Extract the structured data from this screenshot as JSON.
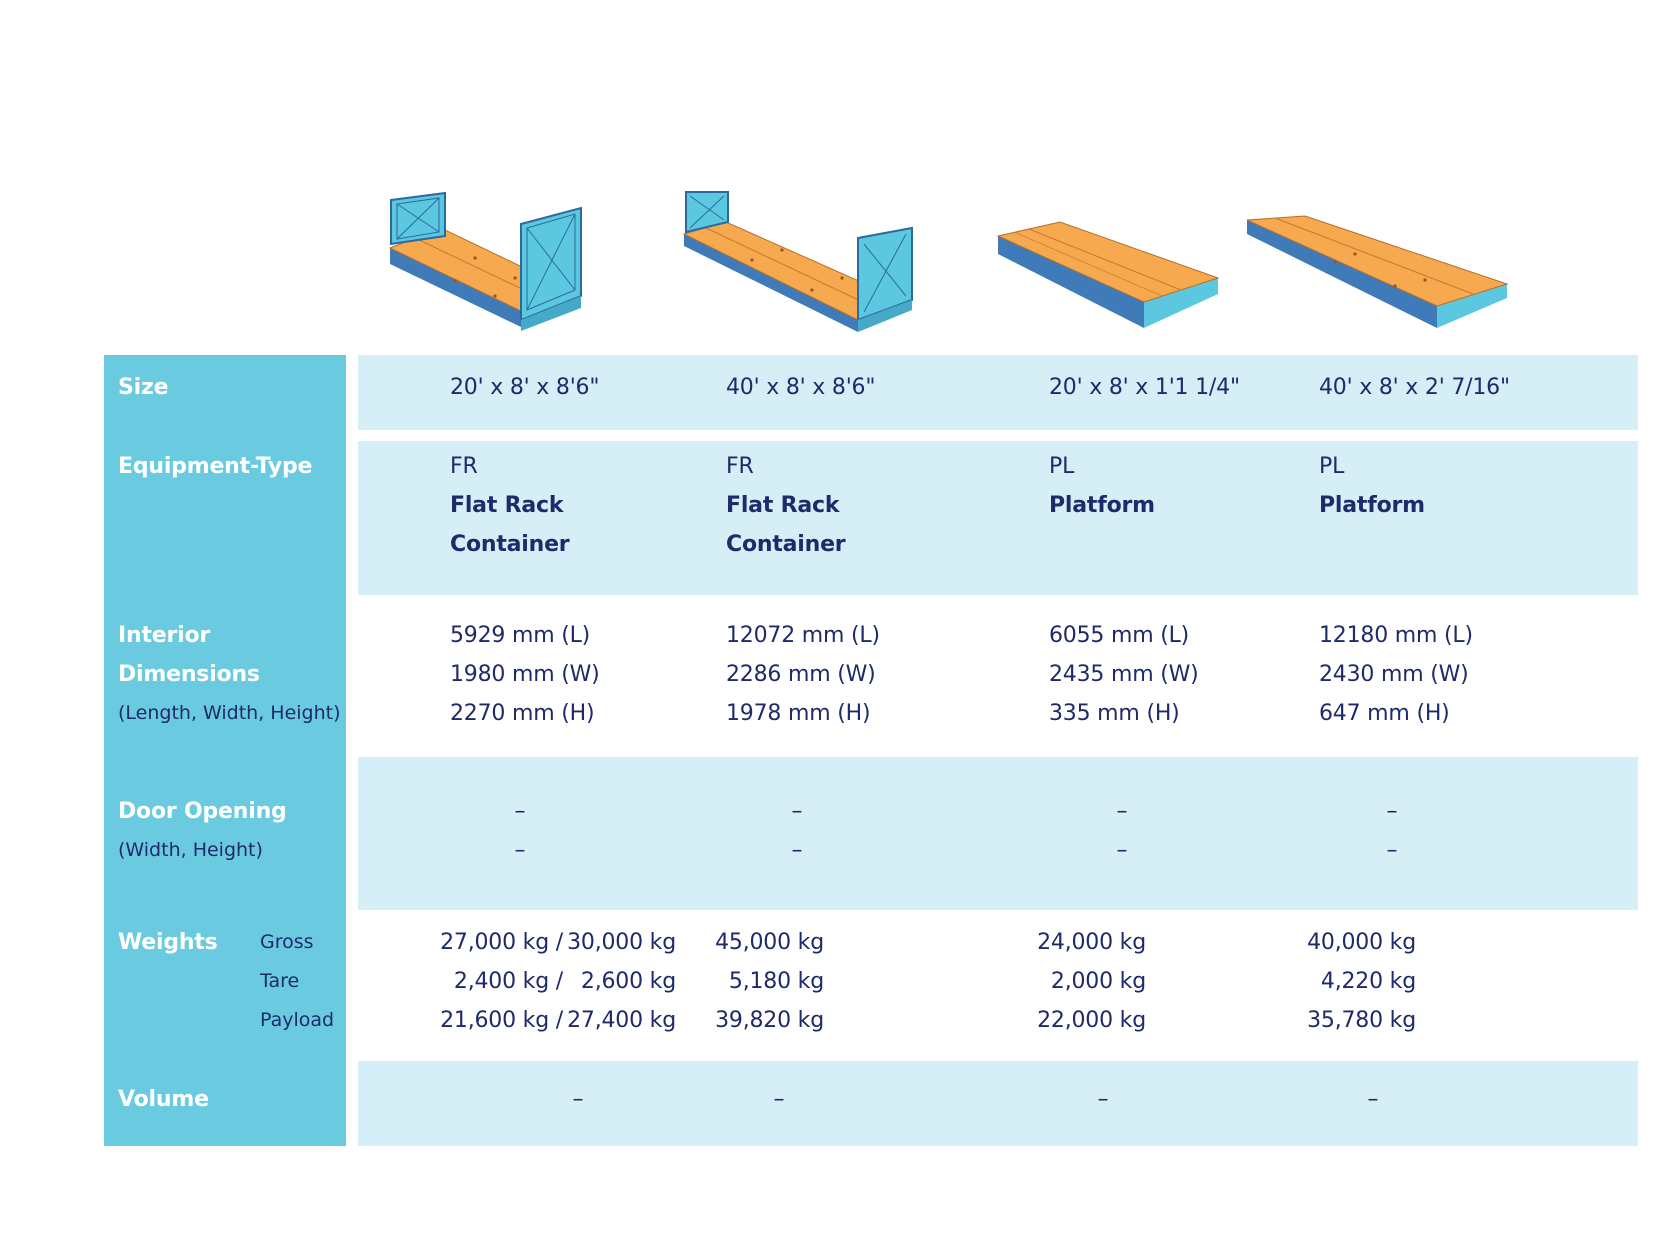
{
  "labels": {
    "size": "Size",
    "equipment_type": "Equipment-Type",
    "interior_line1": "Interior",
    "interior_line2": "Dimensions",
    "interior_sub": "(Length, Width, Height)",
    "door_opening": "Door Opening",
    "door_sub": "(Width, Height)",
    "weights": "Weights",
    "gross": "Gross",
    "tare": "Tare",
    "payload": "Payload",
    "volume": "Volume"
  },
  "columns": [
    {
      "size": "20' x 8' x 8'6\"",
      "code": "FR",
      "name_line1": "Flat Rack",
      "name_line2": "Container",
      "length": "5929  mm  (L)",
      "width": "1980  mm  (W)",
      "height": "2270  mm  (H)",
      "door_width": "–",
      "door_height": "–",
      "gross": "27,000 kg /",
      "gross_alt": "30,000 kg",
      "tare": "2,400 kg /",
      "tare_alt": "2,600 kg",
      "payload": "21,600 kg /",
      "payload_alt": "27,400 kg",
      "volume": "–"
    },
    {
      "size": "40' x 8' x 8'6\"",
      "code": "FR",
      "name_line1": "Flat Rack",
      "name_line2": "Container",
      "length": "12072  mm  (L)",
      "width": "2286  mm  (W)",
      "height": "1978  mm  (H)",
      "door_width": "–",
      "door_height": "–",
      "gross": "45,000 kg",
      "tare": "5,180 kg",
      "payload": "39,820 kg",
      "volume": "–"
    },
    {
      "size": "20' x 8' x 1'1 1/4\"",
      "code": "PL",
      "name_line1": "Platform",
      "length": "6055  mm  (L)",
      "width": "2435  mm  (W)",
      "height": "335  mm  (H)",
      "door_width": "–",
      "door_height": "–",
      "gross": "24,000 kg",
      "tare": "2,000 kg",
      "payload": "22,000 kg",
      "volume": "–"
    },
    {
      "size": "40' x 8' x 2' 7/16\"",
      "code": "PL",
      "name_line1": "Platform",
      "length": "12180  mm  (L)",
      "width": "2430  mm  (W)",
      "height": "647  mm  (H)",
      "door_width": "–",
      "door_height": "–",
      "gross": "40,000 kg",
      "tare": "4,220 kg",
      "payload": "35,780 kg",
      "volume": "–"
    }
  ],
  "colors": {
    "label_column": "#6acbe0",
    "band": "#d6eef5",
    "text": "#1f2a6b",
    "deck": "#f7a94f",
    "frame": "#5cc8df"
  },
  "illustrations": [
    "flat-rack-20-icon",
    "flat-rack-40-icon",
    "platform-20-icon",
    "platform-40-icon"
  ]
}
